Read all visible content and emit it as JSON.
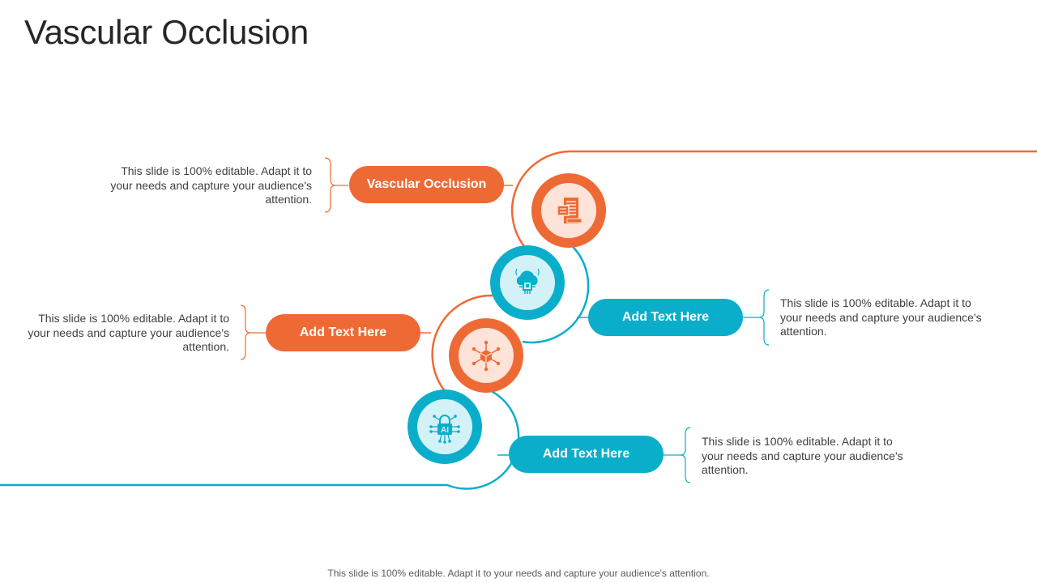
{
  "page": {
    "title": "Vascular Occlusion",
    "footer": "This slide is 100% editable. Adapt it to your needs and capture your audience's attention."
  },
  "colors": {
    "orange": "#ee6a35",
    "teal": "#0aaecb",
    "orange_light": "#fde3d8",
    "teal_light": "#d2f2f8"
  },
  "steps": [
    {
      "label": "Vascular Occlusion",
      "description": "This slide is 100% editable. Adapt it to your needs and capture your audience's attention.",
      "color": "orange",
      "icon": "server-document-icon"
    },
    {
      "label": "Add Text Here",
      "description": "This slide is 100% editable. Adapt it to your needs and capture your audience's attention.",
      "color": "teal",
      "icon": "cloud-chip-icon"
    },
    {
      "label": "Add Text Here",
      "description": "This slide is 100% editable. Adapt it to your needs and capture your audience's attention.",
      "color": "orange",
      "icon": "cube-network-icon"
    },
    {
      "label": "Add Text Here",
      "description": "This slide is 100% editable. Adapt it to your needs and capture your audience's attention.",
      "color": "teal",
      "icon": "ai-chip-icon"
    }
  ]
}
